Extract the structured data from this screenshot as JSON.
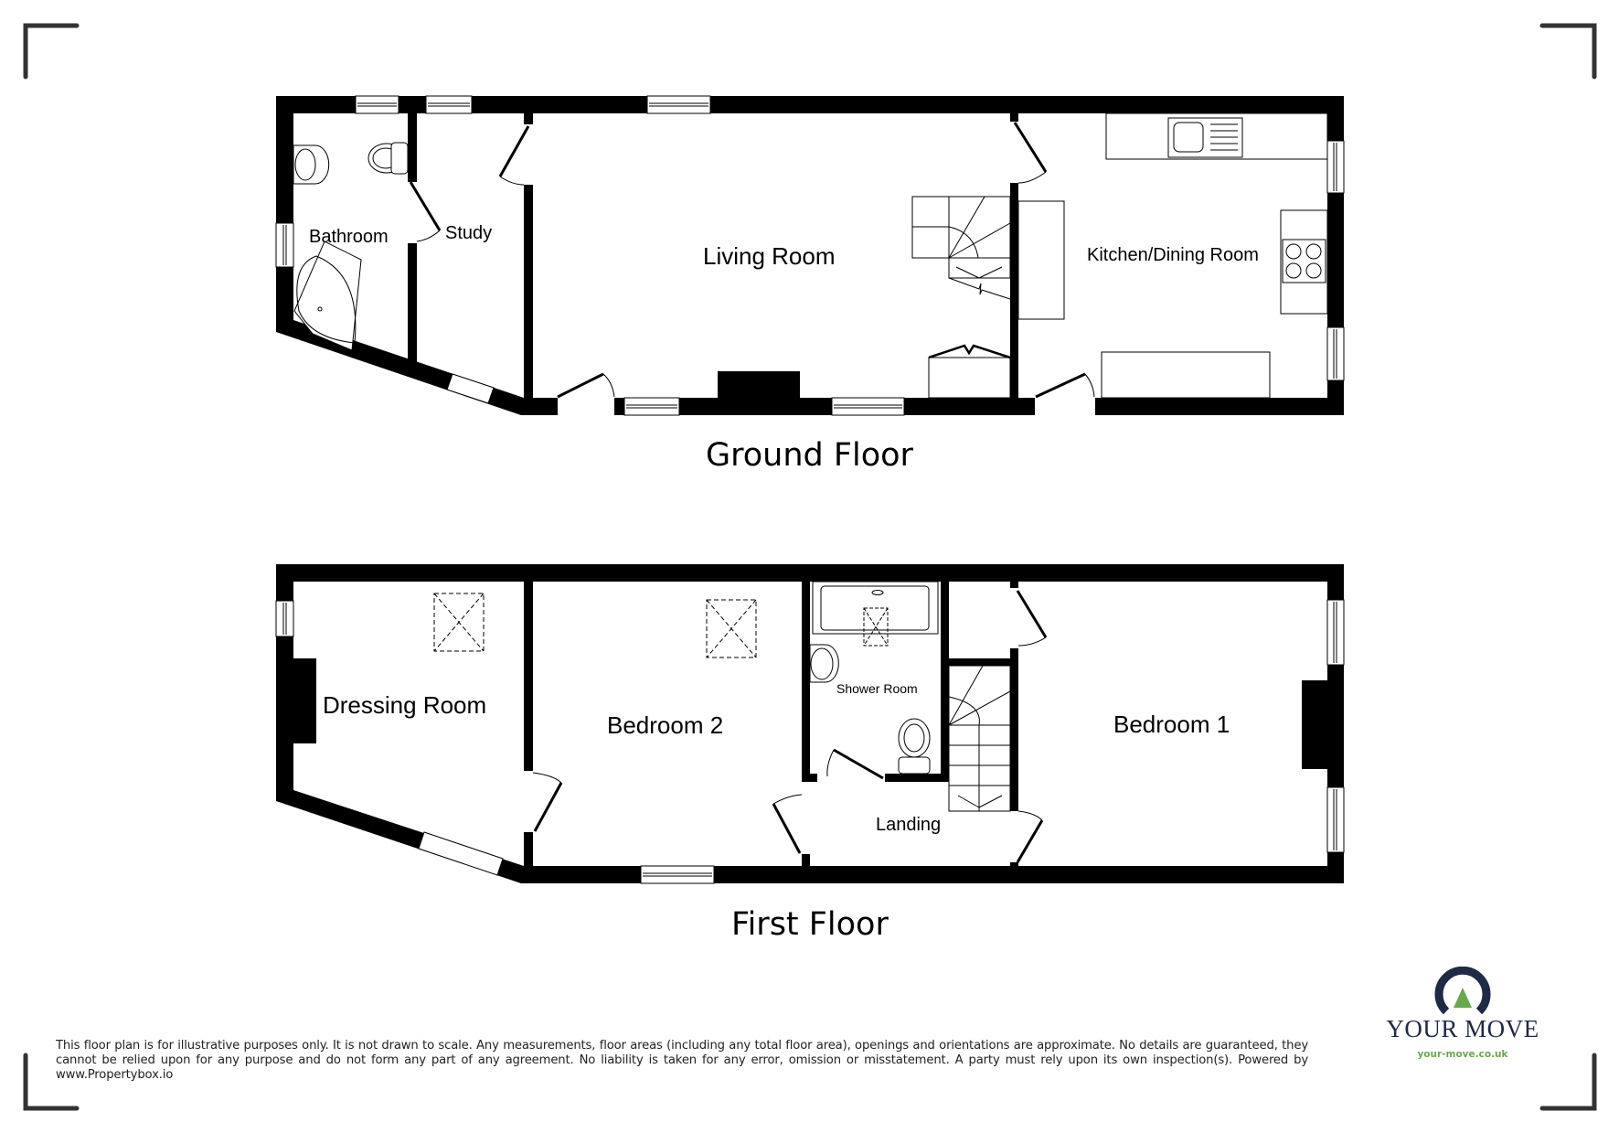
{
  "ground_floor": {
    "title": "Ground Floor",
    "rooms": {
      "bathroom": "Bathroom",
      "study": "Study",
      "living_room": "Living Room",
      "kitchen": "Kitchen/Dining Room"
    }
  },
  "first_floor": {
    "title": "First Floor",
    "rooms": {
      "dressing_room": "Dressing Room",
      "bedroom_2": "Bedroom 2",
      "shower_room": "Shower Room",
      "landing": "Landing",
      "bedroom_1": "Bedroom 1"
    }
  },
  "disclaimer": "This floor plan is for illustrative purposes only. It is not drawn to scale. Any measurements, floor areas (including any total floor area), openings and orientations are approximate. No details are guaranteed, they cannot be relied upon for any purpose and do not form any part of any agreement. No liability is taken for any error, omission or misstatement. A party must rely upon its own inspection(s). Powered by www.Propertybox.io",
  "branding": {
    "name": "YOUR MOVE",
    "url": "your-move.co.uk",
    "colors": {
      "navy": "#1f2a44",
      "green": "#6aa84f"
    }
  },
  "colors": {
    "wall": "#000000",
    "frame": "#333333"
  }
}
